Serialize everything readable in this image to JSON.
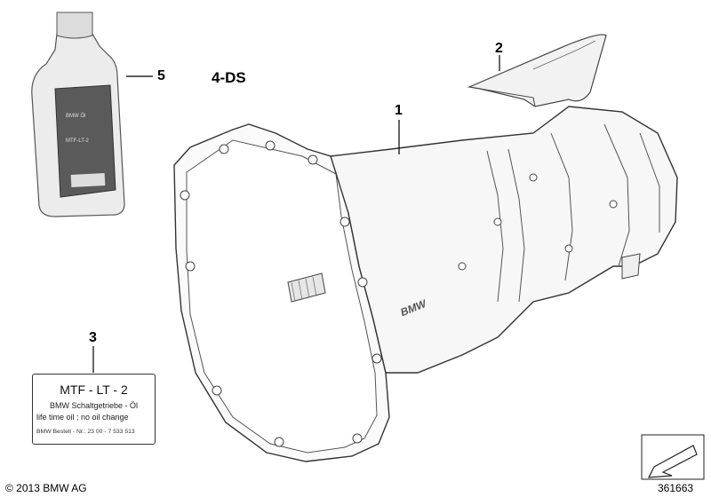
{
  "variant_label": "4-DS",
  "callouts": {
    "part_1": "1",
    "part_2": "2",
    "part_3": "3",
    "part_5": "5"
  },
  "oil_bottle": {
    "label_lines": [
      "BMW Öl",
      "MTF-LT-2"
    ]
  },
  "sticker": {
    "line1": "MTF - LT - 2",
    "line2": "BMW Schaltgetriebe - Öl",
    "line3": "life time oil ; no oil change",
    "line4": "BMW Bestell - Nr.: 23 00 - 7 533 513"
  },
  "housing_logo": "BMW",
  "copyright": "© 2013 BMW AG",
  "diagram_number": "361663",
  "colors": {
    "line": "#333333",
    "bottle_body": "#e6e6e6",
    "bottle_label": "#5a5a5a"
  }
}
